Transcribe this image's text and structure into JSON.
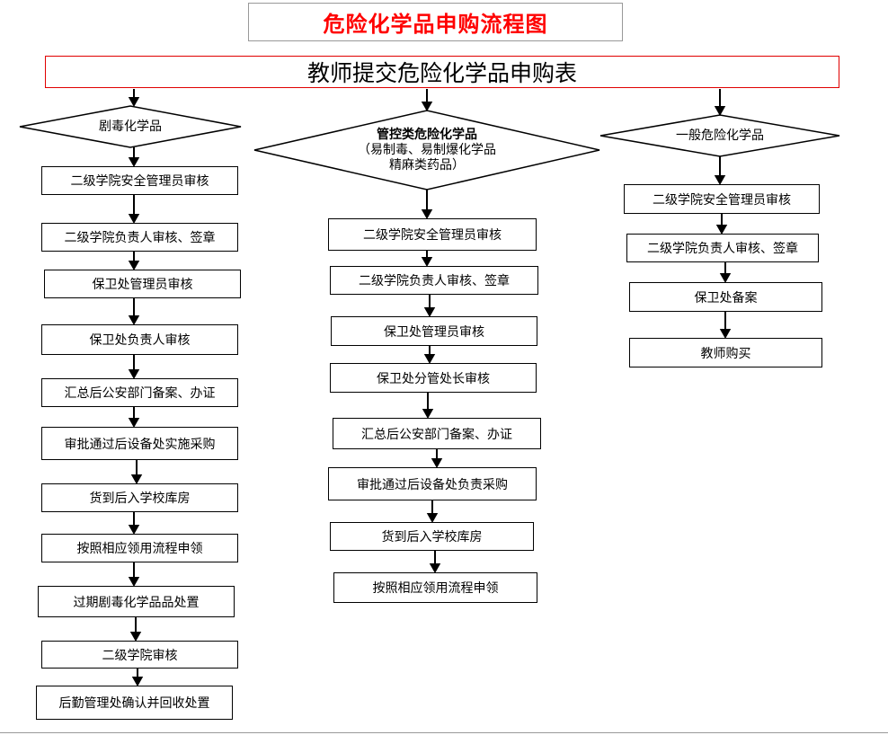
{
  "title": "危险化学品申购流程图",
  "top_step": "教师提交危险化学品申购表",
  "columns": {
    "left": {
      "decision": "剧毒化学品",
      "steps": [
        "二级学院安全管理员审核",
        "二级学院负责人审核、签章",
        "保卫处管理员审核",
        "保卫处负责人审核",
        "汇总后公安部门备案、办证",
        "审批通过后设备处实施采购",
        "货到后入学校库房",
        "按照相应领用流程申领",
        "过期剧毒化学品品处置",
        "二级学院审核",
        "后勤管理处确认并回收处置"
      ]
    },
    "middle": {
      "decision_title": "管控类危险化学品",
      "decision_detail_1": "（易制毒、易制爆化学品",
      "decision_detail_2": "精麻类药品）",
      "steps": [
        "二级学院安全管理员审核",
        "二级学院负责人审核、签章",
        "保卫处管理员审核",
        "保卫处分管处长审核",
        "汇总后公安部门备案、办证",
        "审批通过后设备处负责采购",
        "货到后入学校库房",
        "按照相应领用流程申领"
      ]
    },
    "right": {
      "decision": "一般危险化学品",
      "steps": [
        "二级学院安全管理员审核",
        "二级学院负责人审核、签章",
        "保卫处备案",
        "教师购买"
      ]
    }
  }
}
